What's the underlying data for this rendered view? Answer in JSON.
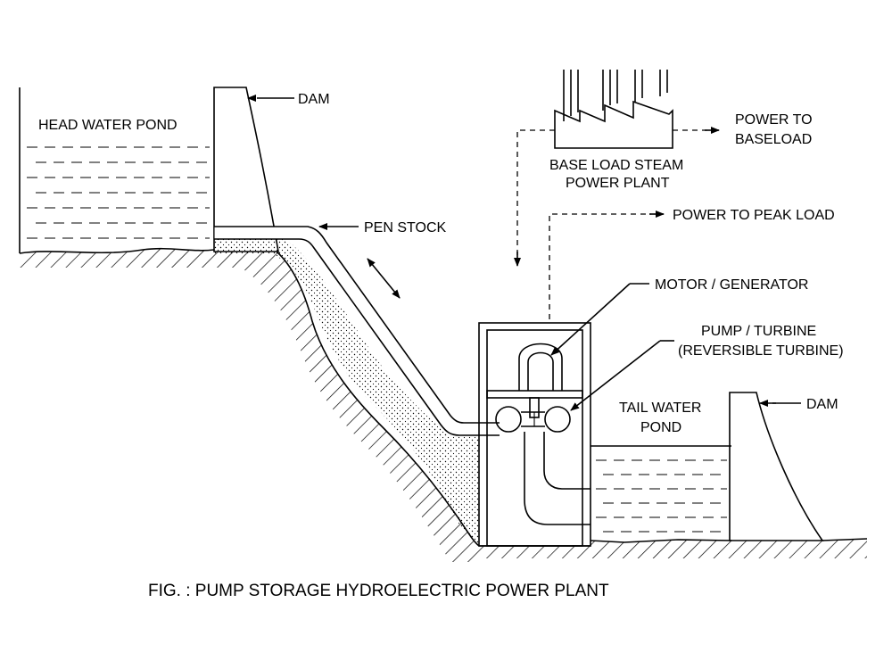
{
  "labels": {
    "head_water_pond": "HEAD WATER POND",
    "dam_left": "DAM",
    "pen_stock": "PEN STOCK",
    "steam_plant_line1": "BASE LOAD STEAM",
    "steam_plant_line2": "POWER PLANT",
    "power_to_baseload_line1": "POWER TO",
    "power_to_baseload_line2": "BASELOAD",
    "power_to_peak_load": "POWER TO PEAK LOAD",
    "motor_generator": "MOTOR / GENERATOR",
    "pump_turbine_line1": "PUMP / TURBINE",
    "pump_turbine_line2": "(REVERSIBLE TURBINE)",
    "tail_water_pond_line1": "TAIL WATER",
    "tail_water_pond_line2": "POND",
    "dam_right": "DAM"
  },
  "caption": "FIG. : PUMP STORAGE HYDROELECTRIC POWER PLANT"
}
